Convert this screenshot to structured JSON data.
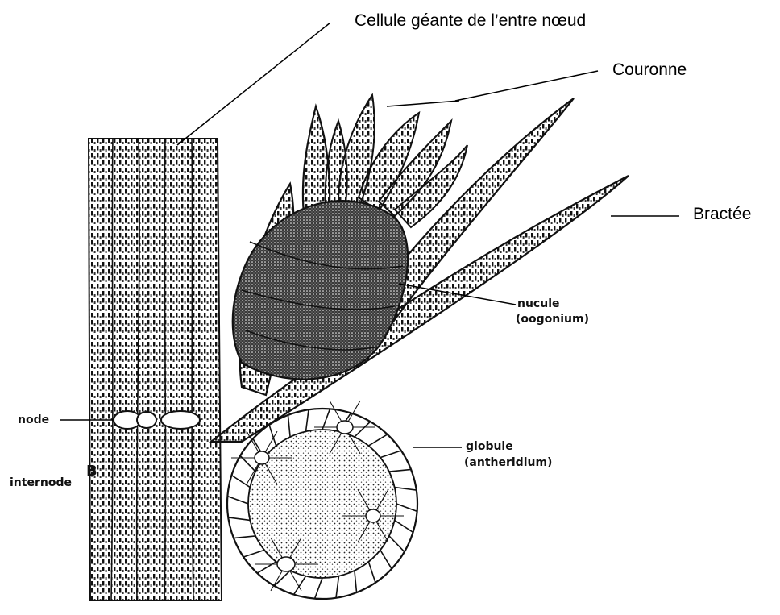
{
  "labels": {
    "cellule_geante": "Cellule géante de l’entre nœud",
    "couronne": "Couronne",
    "bractee": "Bractée",
    "nucule": "nucule",
    "oogonium": "(oogonium)",
    "node": "node",
    "internode": "internode",
    "b_marker": "B",
    "globule": "globule",
    "antheridium": "(antheridium)"
  },
  "colors": {
    "ink": "#111111",
    "background": "#ffffff"
  }
}
